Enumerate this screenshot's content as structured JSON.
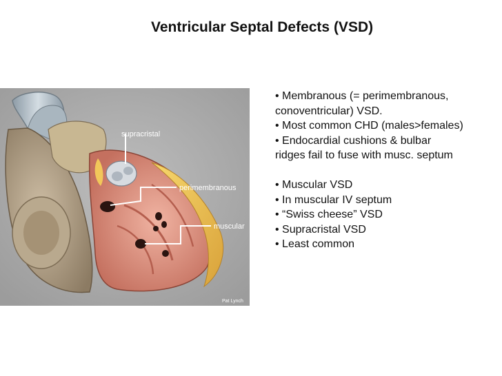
{
  "slide": {
    "title": "Ventricular Septal Defects (VSD)"
  },
  "figure": {
    "labels": {
      "supracristal": "supracristal",
      "perimembranous": "perimembranous",
      "muscular": "muscular",
      "credit": "Pat Lynch"
    },
    "colors": {
      "background": "#a8a8a8",
      "muscle": "#d98a7a",
      "fat": "#f2c75a",
      "vessel": "#b9c6cf"
    }
  },
  "bullets": {
    "group1": [
      "• Membranous (= perimembranous,",
      "conoventricular) VSD.",
      "• Most common CHD (males>females)",
      "• Endocardial cushions & bulbar",
      "ridges fail to fuse with musc. septum"
    ],
    "group2": [
      "• Muscular VSD",
      "• In muscular IV septum",
      "• “Swiss cheese” VSD",
      "• Supracristal VSD",
      "• Least common"
    ]
  }
}
